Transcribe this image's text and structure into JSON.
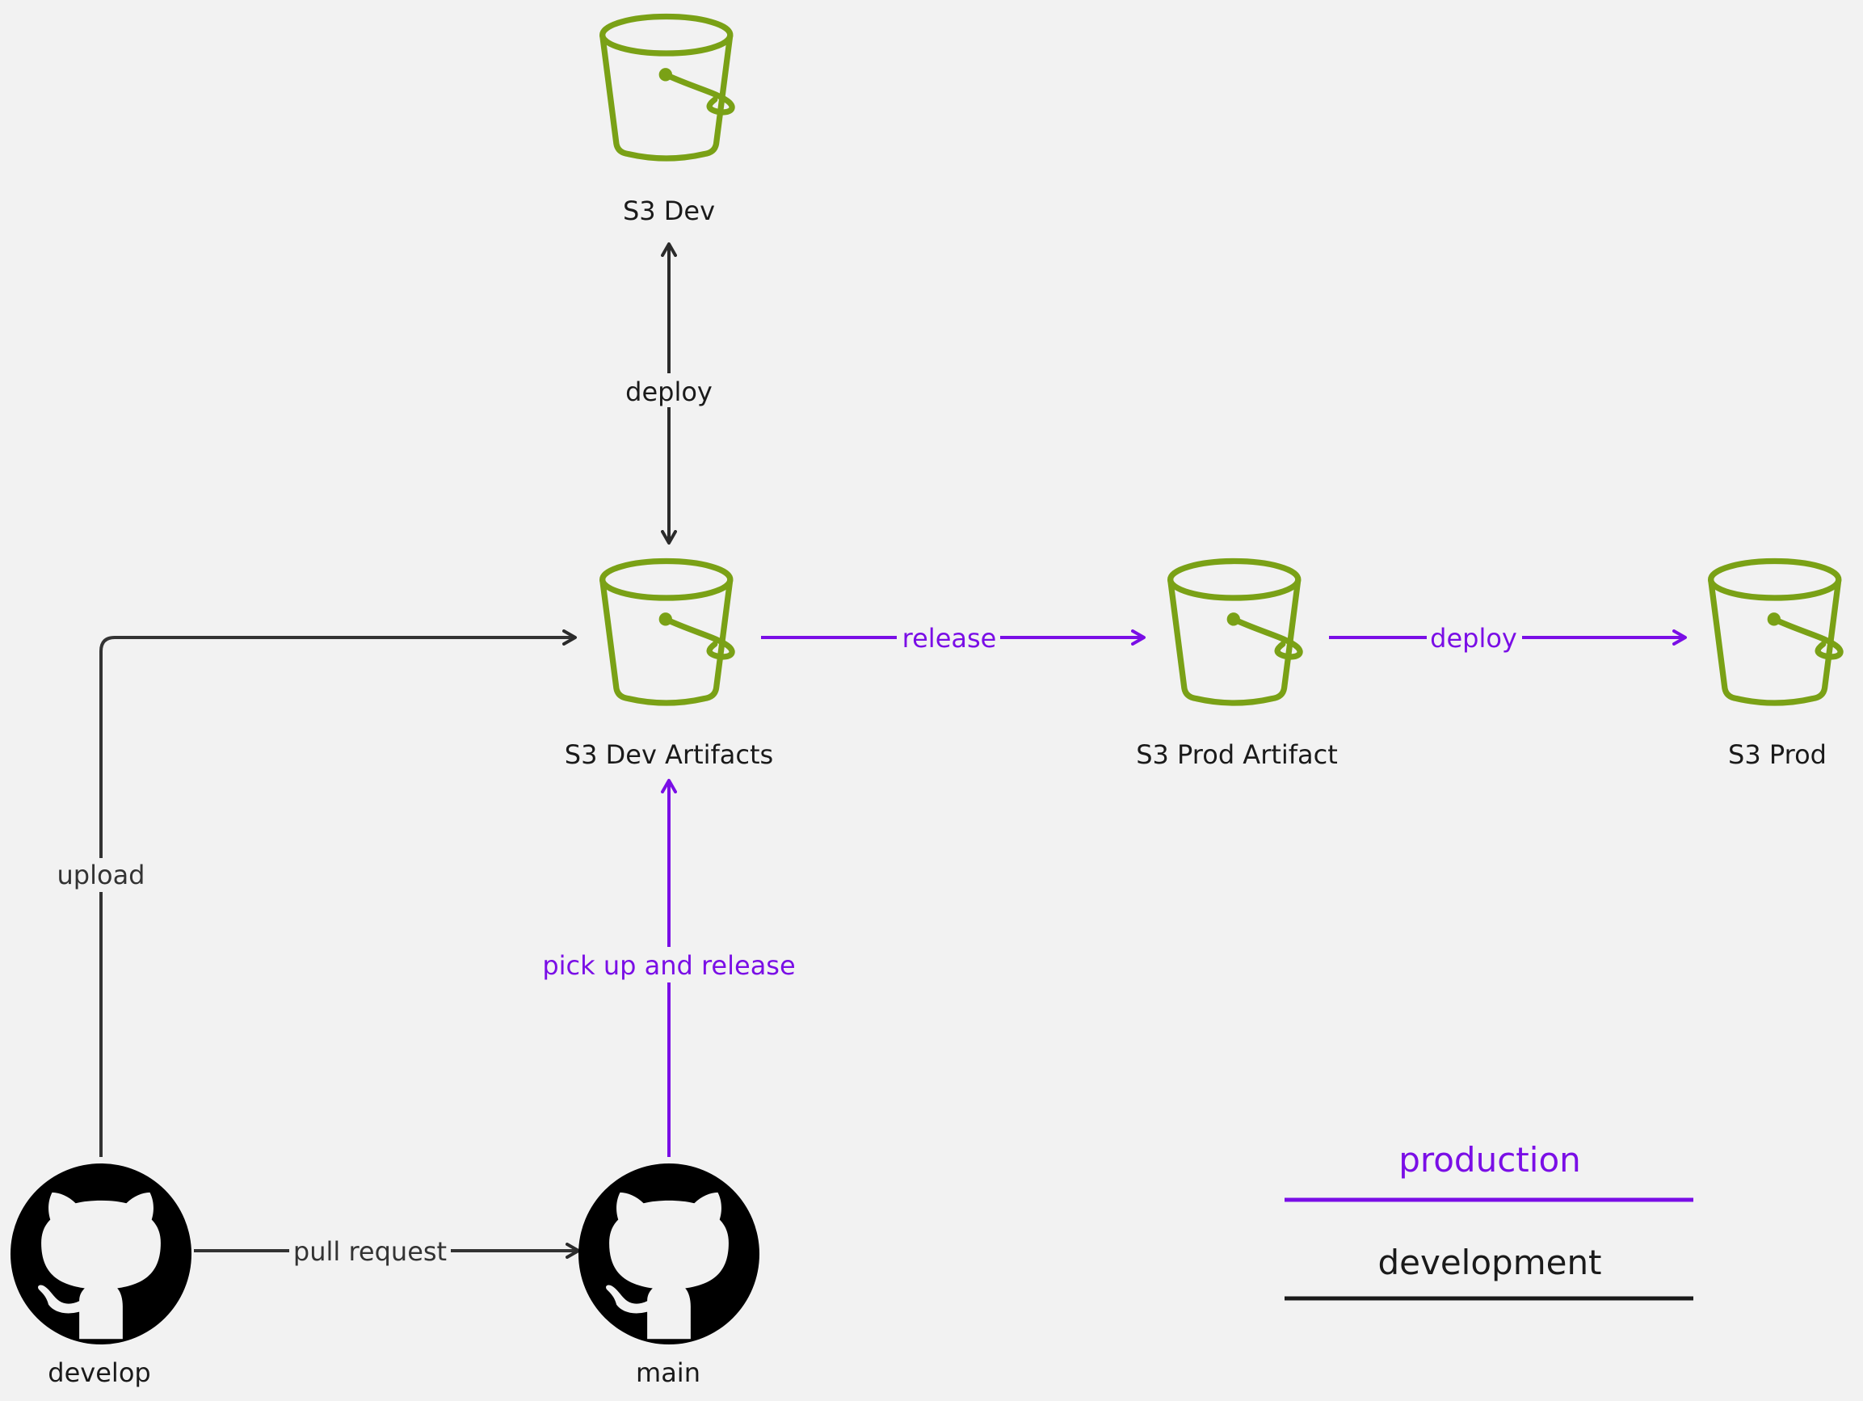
{
  "colors": {
    "background": "#f2f2f2",
    "bucket": "#7aa116",
    "production": "#7a0ee6",
    "development": "#333333",
    "text": "#1a1a1a",
    "github": "#000000"
  },
  "nodes": {
    "s3_dev": {
      "label": "S3 Dev",
      "icon": "s3-bucket-icon"
    },
    "s3_dev_artifacts": {
      "label": "S3 Dev Artifacts",
      "icon": "s3-bucket-icon"
    },
    "s3_prod_artifact": {
      "label": "S3 Prod Artifact",
      "icon": "s3-bucket-icon"
    },
    "s3_prod": {
      "label": "S3 Prod",
      "icon": "s3-bucket-icon"
    },
    "develop": {
      "label": "develop",
      "icon": "github-icon"
    },
    "main": {
      "label": "main",
      "icon": "github-icon"
    }
  },
  "edges": {
    "deploy_dev": {
      "label": "deploy",
      "from": "S3 Dev Artifacts",
      "to": "S3 Dev",
      "kind": "development",
      "bidirectional": true
    },
    "upload": {
      "label": "upload",
      "from": "develop",
      "to": "S3 Dev Artifacts",
      "kind": "development"
    },
    "pull_request": {
      "label": "pull request",
      "from": "develop",
      "to": "main",
      "kind": "development"
    },
    "pick_up_release": {
      "label": "pick up and release",
      "from": "main",
      "to": "S3 Dev Artifacts",
      "kind": "production"
    },
    "release": {
      "label": "release",
      "from": "S3 Dev Artifacts",
      "to": "S3 Prod Artifact",
      "kind": "production"
    },
    "deploy_prod": {
      "label": "deploy",
      "from": "S3 Prod Artifact",
      "to": "S3 Prod",
      "kind": "production"
    }
  },
  "legend": {
    "production": "production",
    "development": "development"
  }
}
